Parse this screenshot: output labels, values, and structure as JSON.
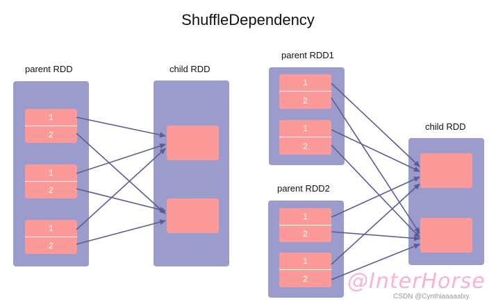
{
  "title": "ShuffleDependency",
  "left": {
    "parent_label": "parent RDD",
    "child_label": "child RDD",
    "partitions": [
      {
        "top": "1",
        "bottom": "2"
      },
      {
        "top": "1",
        "bottom": "2"
      },
      {
        "top": "1",
        "bottom": "2"
      }
    ]
  },
  "right": {
    "parent1_label": "parent RDD1",
    "parent2_label": "parent RDD2",
    "child_label": "child RDD",
    "parent1_partitions": [
      {
        "top": "1",
        "bottom": "2"
      },
      {
        "top": "1",
        "bottom": "2"
      }
    ],
    "parent2_partitions": [
      {
        "top": "1",
        "bottom": "2"
      },
      {
        "top": "1",
        "bottom": "2"
      }
    ]
  },
  "watermark": "@InterHorse",
  "credit": "CSDN @Cynthiaaaaalxy",
  "colors": {
    "rdd": "#9b9bcc",
    "partition": "#fc9a9a",
    "arrow": "#5b5b95",
    "watermark": "#f7b3d4"
  }
}
